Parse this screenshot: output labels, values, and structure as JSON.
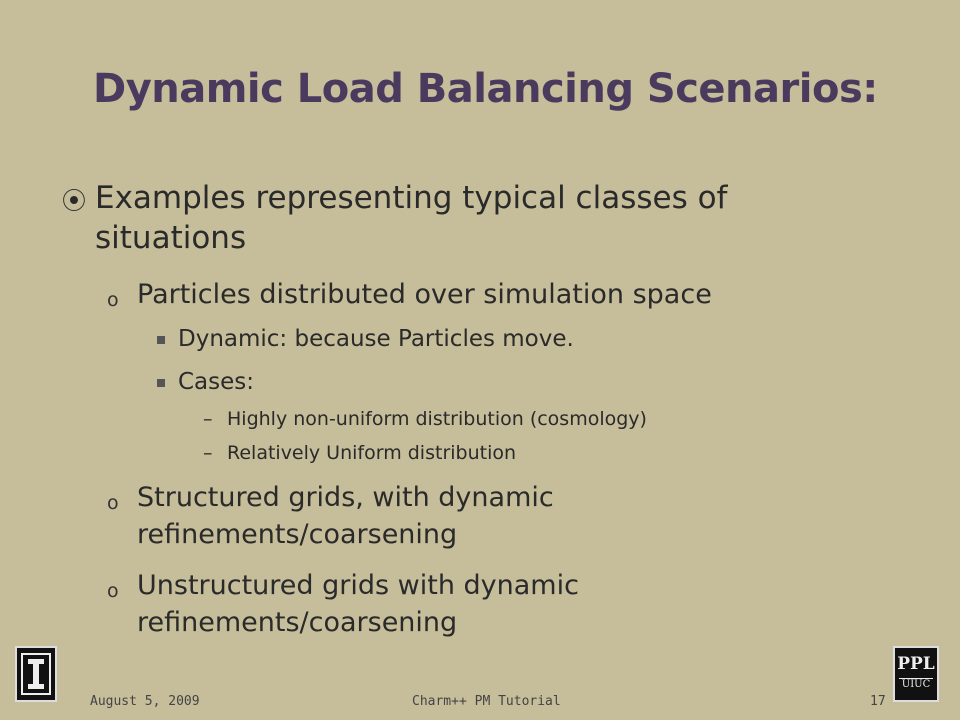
{
  "slide": {
    "title": "Dynamic Load Balancing Scenarios:",
    "level1": {
      "bullet": "⦿",
      "text": "Examples representing typical classes of situations"
    },
    "items": [
      {
        "bullet": "o",
        "text": "Particles distributed over simulation space"
      },
      {
        "bullet": "o",
        "text": "Structured grids, with dynamic refinements/coarsening"
      },
      {
        "bullet": "o",
        "text": "Unstructured grids with dynamic refinements/coarsening"
      }
    ],
    "particles_sub": [
      {
        "text": "Dynamic: because Particles move."
      },
      {
        "text": "Cases:"
      }
    ],
    "cases": [
      {
        "bullet": "–",
        "text": "Highly non-uniform distribution (cosmology)"
      },
      {
        "bullet": "–",
        "text": "Relatively Uniform distribution"
      }
    ]
  },
  "footer": {
    "date": "August 5, 2009",
    "center": "Charm++ PM Tutorial",
    "page": "17"
  },
  "logos": {
    "left_icon": "illinois-i-logo-icon",
    "right_icon": "ppl-uiuc-logo-icon",
    "right_line1": "PPL",
    "right_line2": "UIUC"
  },
  "colors": {
    "background": "#c6bd9a",
    "title": "#4a3a5e"
  }
}
